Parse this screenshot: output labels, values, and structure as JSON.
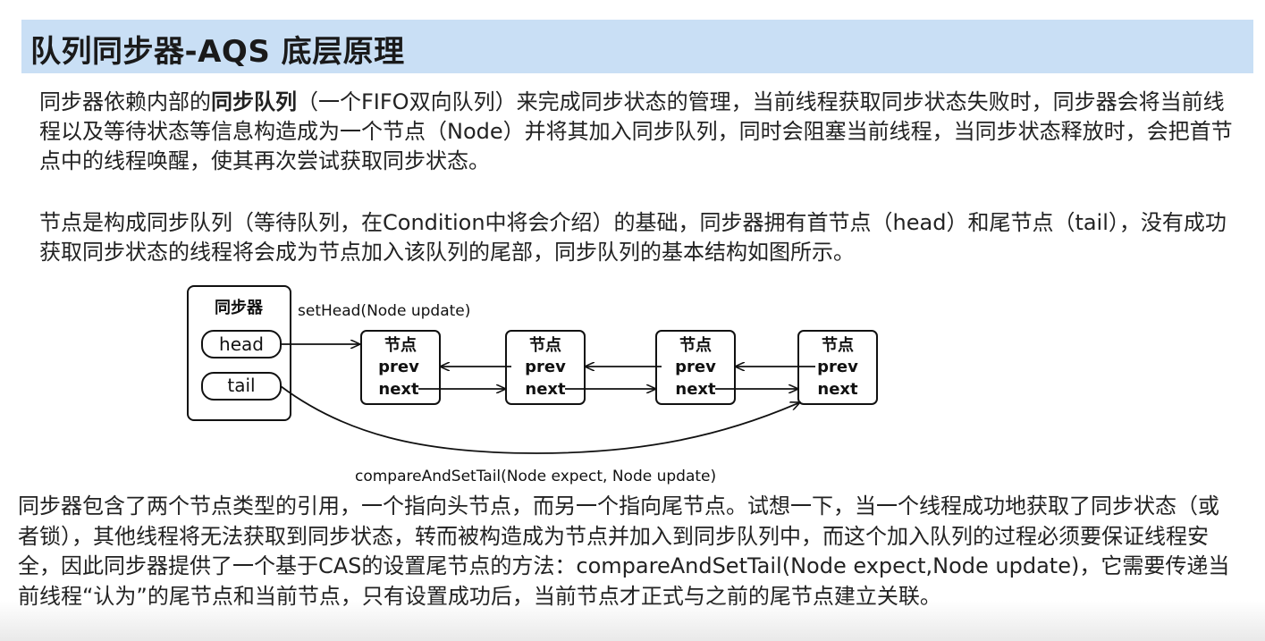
{
  "title": "队列同步器-AQS 底层原理",
  "para1": {
    "before": "同步器依赖内部的",
    "bold": "同步队列",
    "after": "（一个FIFO双向队列）来完成同步状态的管理，当前线程获取同步状态失败时，同步器会将当前线程以及等待状态等信息构造成为一个节点（Node）并将其加入同步队列，同时会阻塞当前线程，当同步状态释放时，会把首节点中的线程唤醒，使其再次尝试获取同步状态。"
  },
  "para2": "节点是构成同步队列（等待队列，在Condition中将会介绍）的基础，同步器拥有首节点（head）和尾节点（tail），没有成功获取同步状态的线程将会成为节点加入该队列的尾部，同步队列的基本结构如图所示。",
  "diagram": {
    "sync_label": "同步器",
    "head_label": "head",
    "tail_label": "tail",
    "set_head_label": "setHead(Node update)",
    "cas_label": "compareAndSetTail(Node expect, Node update)",
    "nodes": [
      {
        "title": "节点",
        "prev": "prev",
        "next": "next"
      },
      {
        "title": "节点",
        "prev": "prev",
        "next": "next"
      },
      {
        "title": "节点",
        "prev": "prev",
        "next": "next"
      },
      {
        "title": "节点",
        "prev": "prev",
        "next": "next"
      }
    ]
  },
  "para3": "同步器包含了两个节点类型的引用，一个指向头节点，而另一个指向尾节点。试想一下，当一个线程成功地获取了同步状态（或者锁），其他线程将无法获取到同步状态，转而被构造成为节点并加入到同步队列中，而这个加入队列的过程必须要保证线程安全，因此同步器提供了一个基于CAS的设置尾节点的方法：compareAndSetTail(Node expect,Node update)，它需要传递当前线程“认为”的尾节点和当前节点，只有设置成功后，当前节点才正式与之前的尾节点建立关联。"
}
